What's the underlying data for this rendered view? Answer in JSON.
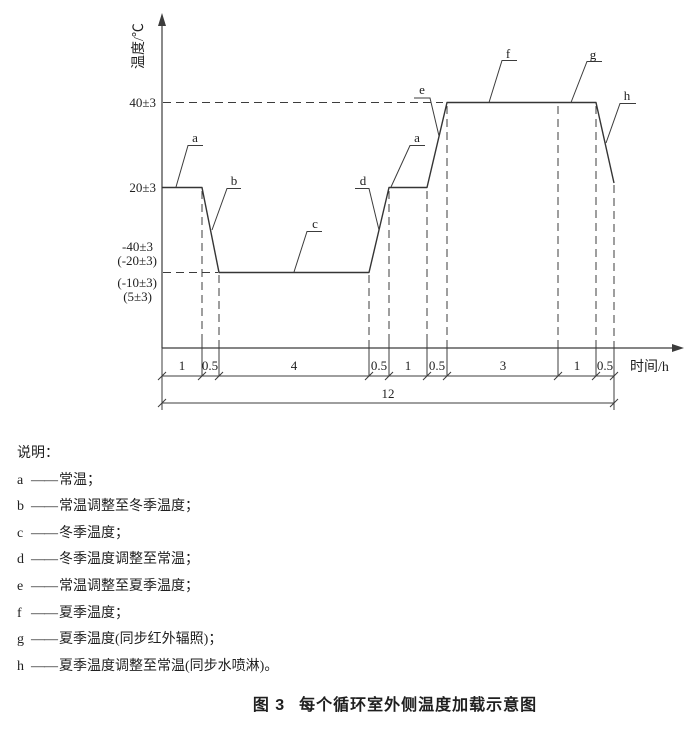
{
  "figure": {
    "y_axis_title": "温度/℃",
    "x_axis_title": "时间/h",
    "y_levels": {
      "summer": "40±3",
      "normal": "20±3",
      "winter_main": "-40±3",
      "winter_alt1": "(-20±3)",
      "winter_alt2": "(-10±3)",
      "winter_alt3": "(5±3)"
    },
    "curve_labels": {
      "a1": "a",
      "b": "b",
      "c": "c",
      "d": "d",
      "a2": "a",
      "e": "e",
      "f": "f",
      "g": "g",
      "h": "h"
    },
    "durations": [
      "1",
      "0.5",
      "4",
      "0.5",
      "1",
      "0.5",
      "3",
      "1",
      "0.5"
    ],
    "total_duration": "12"
  },
  "legend": {
    "heading": "说明：",
    "dash": "——",
    "items": [
      {
        "letter": "a",
        "text": "常温；"
      },
      {
        "letter": "b",
        "text": "常温调整至冬季温度；"
      },
      {
        "letter": "c",
        "text": "冬季温度；"
      },
      {
        "letter": "d",
        "text": "冬季温度调整至常温；"
      },
      {
        "letter": "e",
        "text": "常温调整至夏季温度；"
      },
      {
        "letter": "f",
        "text": "夏季温度；"
      },
      {
        "letter": "g",
        "text": "夏季温度(同步红外辐照)；"
      },
      {
        "letter": "h",
        "text": "夏季温度调整至常温(同步水喷淋)。"
      }
    ]
  },
  "caption": {
    "label": "图 3",
    "title": "每个循环室外侧温度加载示意图"
  },
  "chart_data": {
    "type": "line",
    "title": "图 3 每个循环室外侧温度加载示意图",
    "xlabel": "时间/h",
    "ylabel": "温度/℃",
    "x": [
      0,
      1,
      1.5,
      5.5,
      6,
      7,
      7.5,
      11.5,
      12
    ],
    "y": [
      20,
      20,
      -40,
      -40,
      20,
      20,
      40,
      40,
      20
    ],
    "y_tolerance_c": 3,
    "winter_temperature_options_c": [
      -40,
      -20,
      -10,
      5
    ],
    "yticks": [
      "40±3",
      "20±3",
      "-40±3",
      "(-20±3)",
      "(-10±3)",
      "(5±3)"
    ],
    "xlim": [
      0,
      12
    ],
    "total_h": 12,
    "grid": false,
    "segments": [
      {
        "label": "a",
        "duration_h": 1,
        "description": "常温"
      },
      {
        "label": "b",
        "duration_h": 0.5,
        "description": "常温调整至冬季温度"
      },
      {
        "label": "c",
        "duration_h": 4,
        "description": "冬季温度"
      },
      {
        "label": "d",
        "duration_h": 0.5,
        "description": "冬季温度调整至常温"
      },
      {
        "label": "a",
        "duration_h": 1,
        "description": "常温"
      },
      {
        "label": "e",
        "duration_h": 0.5,
        "description": "常温调整至夏季温度"
      },
      {
        "label": "f",
        "duration_h": 3,
        "description": "夏季温度"
      },
      {
        "label": "g",
        "duration_h": 1,
        "description": "夏季温度(同步红外辐照)"
      },
      {
        "label": "h",
        "duration_h": 0.5,
        "description": "夏季温度调整至常温(同步水喷淋)"
      }
    ]
  }
}
